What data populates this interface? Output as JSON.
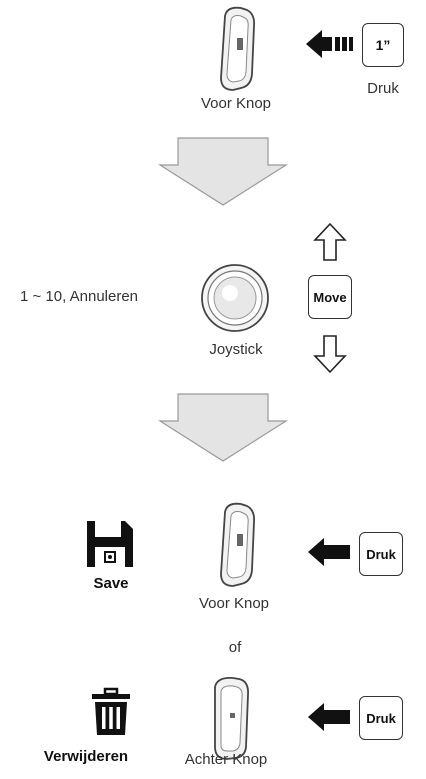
{
  "step1": {
    "button_label": "Voor Knop",
    "key_label": "1”",
    "key_caption": "Druk"
  },
  "step2": {
    "options_label": "1 ~ 10, Annuleren",
    "joystick_label": "Joystick",
    "key_label": "Move"
  },
  "step3": {
    "save_label": "Save",
    "front_button_label": "Voor Knop",
    "front_key_label": "Druk",
    "or_label": "of",
    "delete_label": "Verwijderen",
    "back_button_label": "Achter Knop",
    "back_key_label": "Druk"
  },
  "icons": {
    "save": "floppy-disk-icon",
    "delete": "trash-can-icon",
    "press": "left-arrow-icon",
    "move_up": "up-arrow-icon",
    "move_down": "down-arrow-icon"
  }
}
